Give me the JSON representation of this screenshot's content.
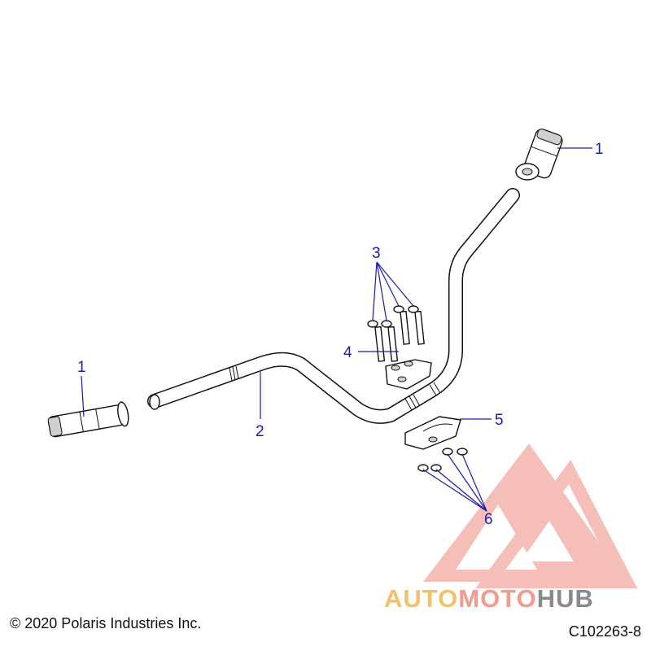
{
  "diagram": {
    "callouts": {
      "grip_right": "1",
      "grip_left": "1",
      "handlebar": "2",
      "bolts": "3",
      "upper_clamp": "4",
      "lower_clamp": "5",
      "nuts": "6"
    },
    "copyright": "© 2020 Polaris Industries Inc.",
    "drawing_code": "C102263-8"
  },
  "watermark": {
    "brand_part1": "AUTO",
    "brand_part2": "MOTO",
    "brand_part3": "HUB",
    "colors": {
      "triangle": "#f08a80",
      "auto": "#f5c06a",
      "moto": "#f29a8e",
      "hub": "#8a8a8a"
    }
  },
  "colors": {
    "callout": "#1a1ab0",
    "line": "#111111"
  }
}
